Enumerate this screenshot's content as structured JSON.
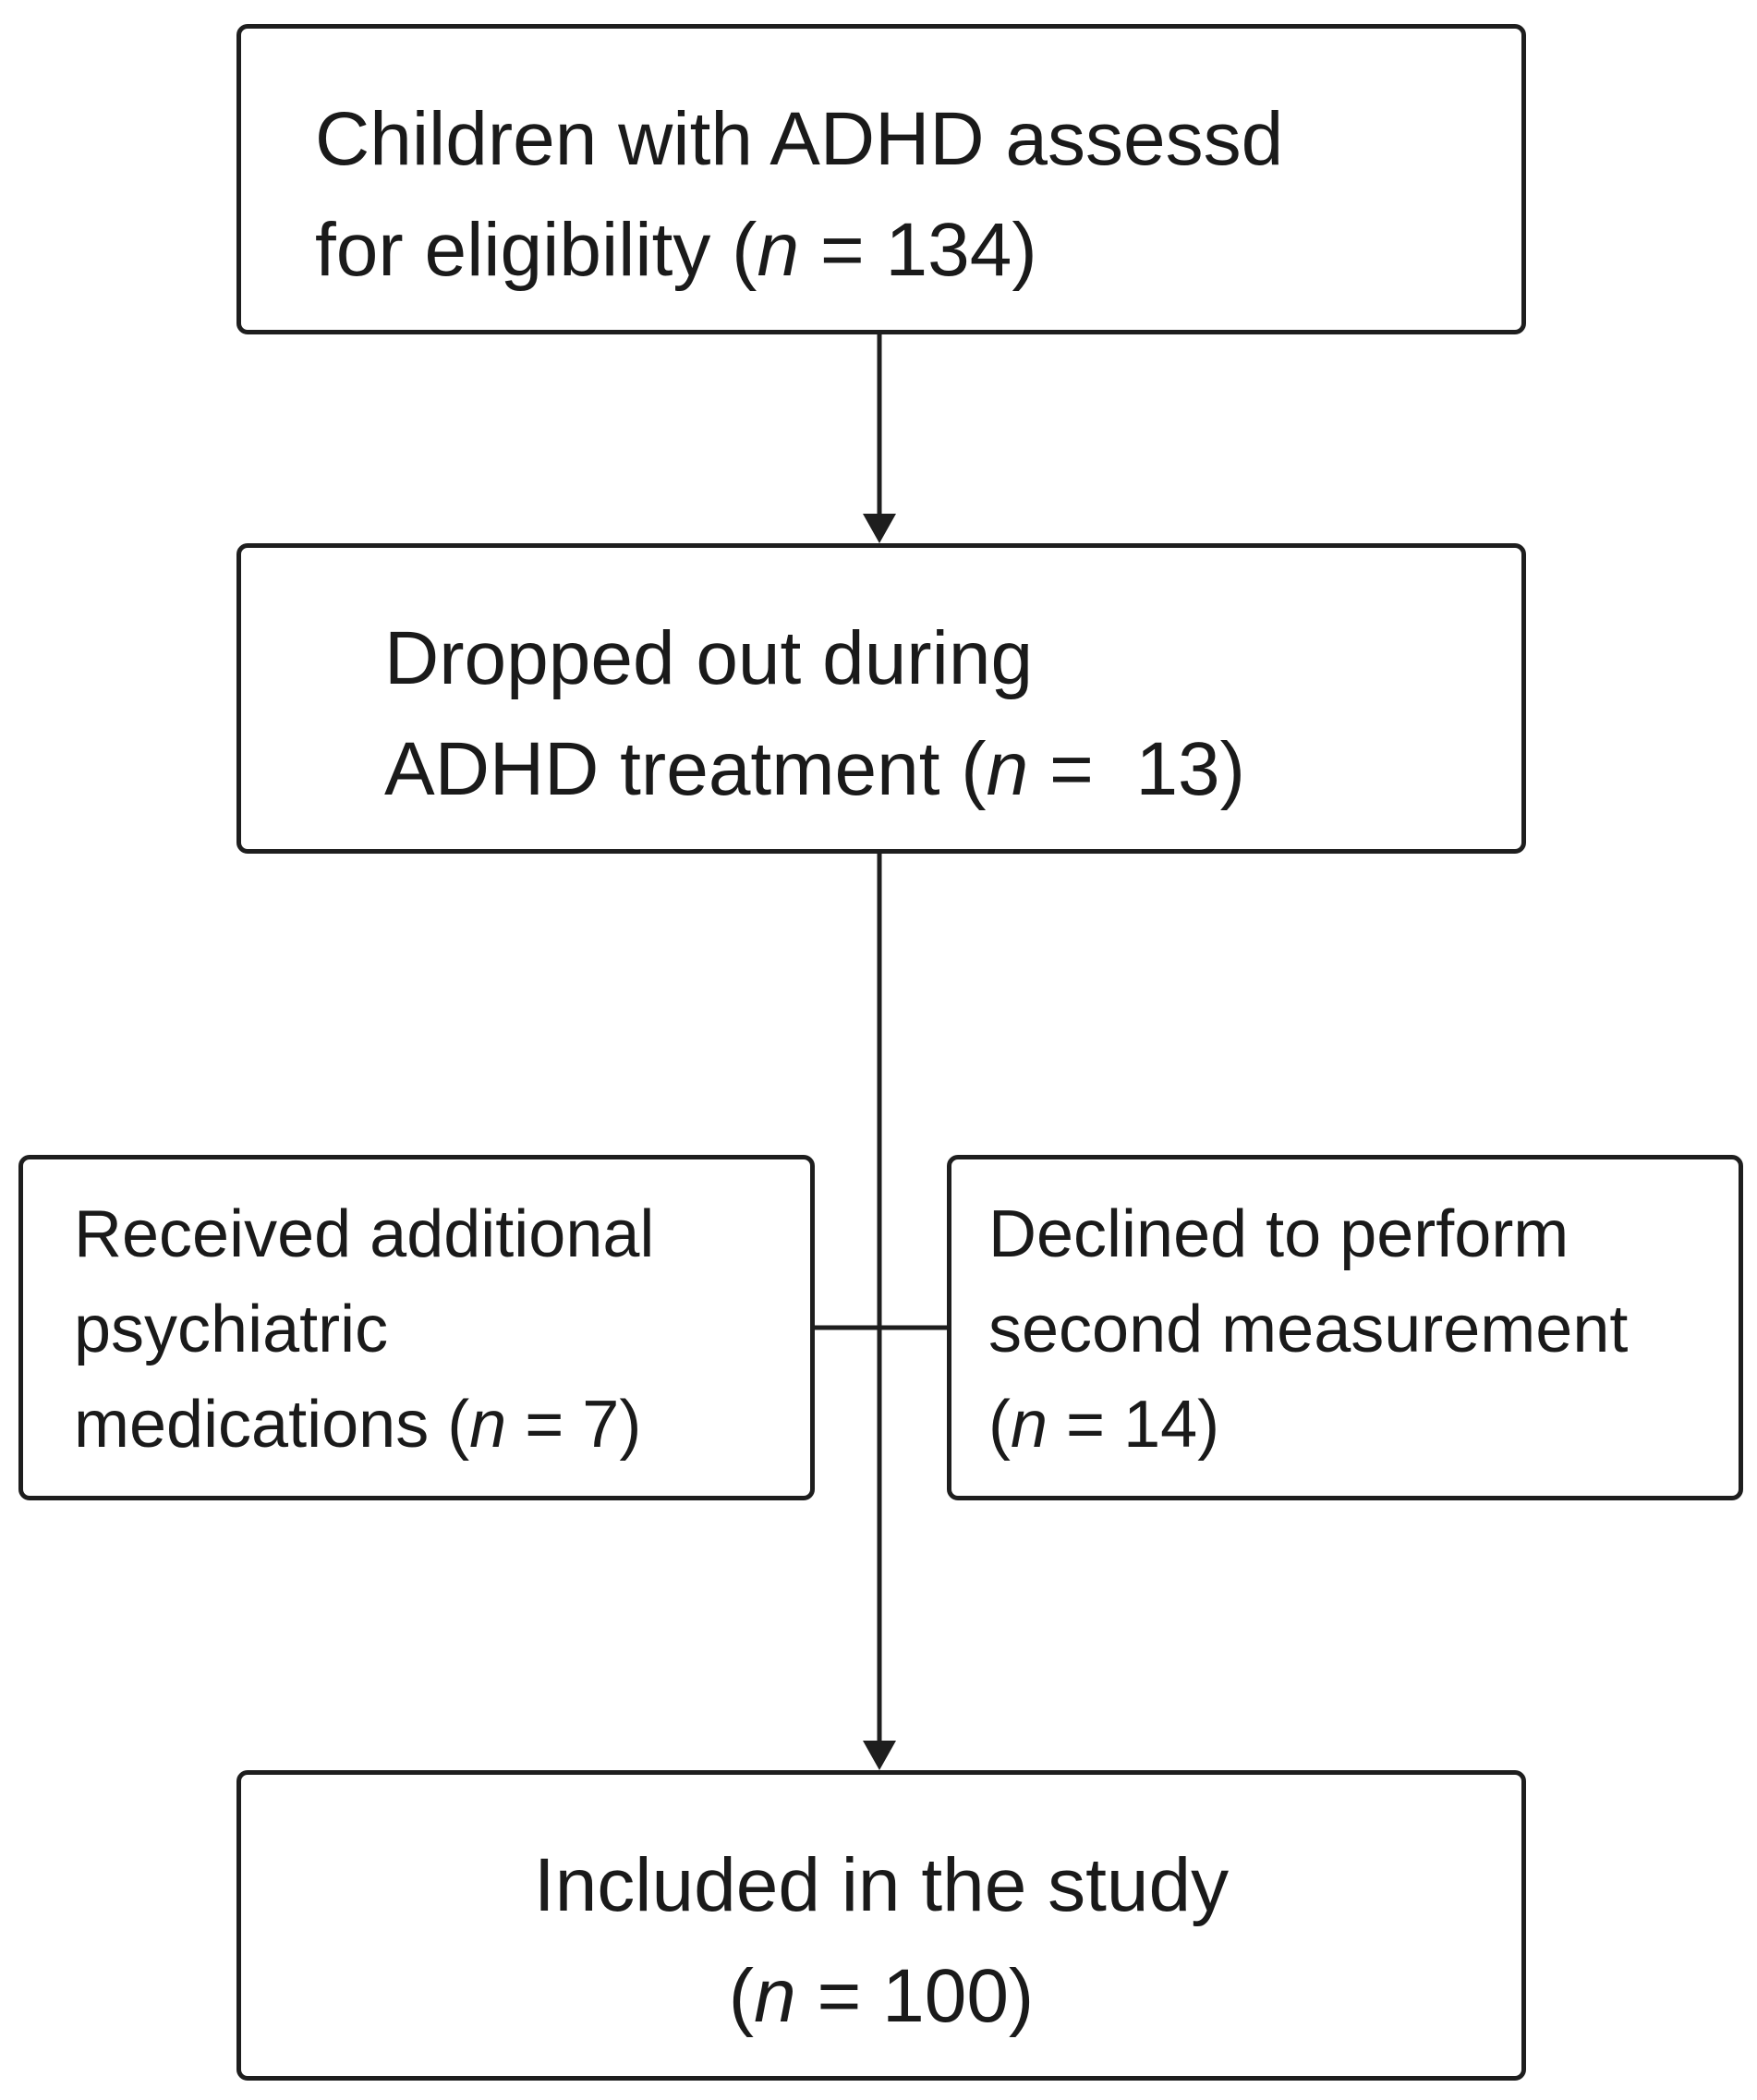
{
  "boxes": {
    "assessed": {
      "line1": "Children with ADHD assessd",
      "line2_prefix": "for eligibility (",
      "n_var": "n",
      "n_eq": " = 134)"
    },
    "dropped": {
      "line1": "Dropped out during",
      "line2_prefix": "ADHD treatment (",
      "n_var": "n",
      "n_eq": " =  13)"
    },
    "additional_meds": {
      "line1": "Received additional",
      "line2": "psychiatric",
      "line3_prefix": "medications (",
      "n_var": "n",
      "n_eq": " = 7)"
    },
    "declined": {
      "line1": "Declined to perform",
      "line2": "second measurement",
      "line3_prefix": "(",
      "n_var": "n",
      "n_eq": " = 14)"
    },
    "included": {
      "line1": "Included in the study",
      "line2_prefix": "(",
      "n_var": "n",
      "n_eq": " = 100)"
    }
  },
  "colors": {
    "stroke": "#1e1e1e",
    "background": "#ffffff"
  }
}
